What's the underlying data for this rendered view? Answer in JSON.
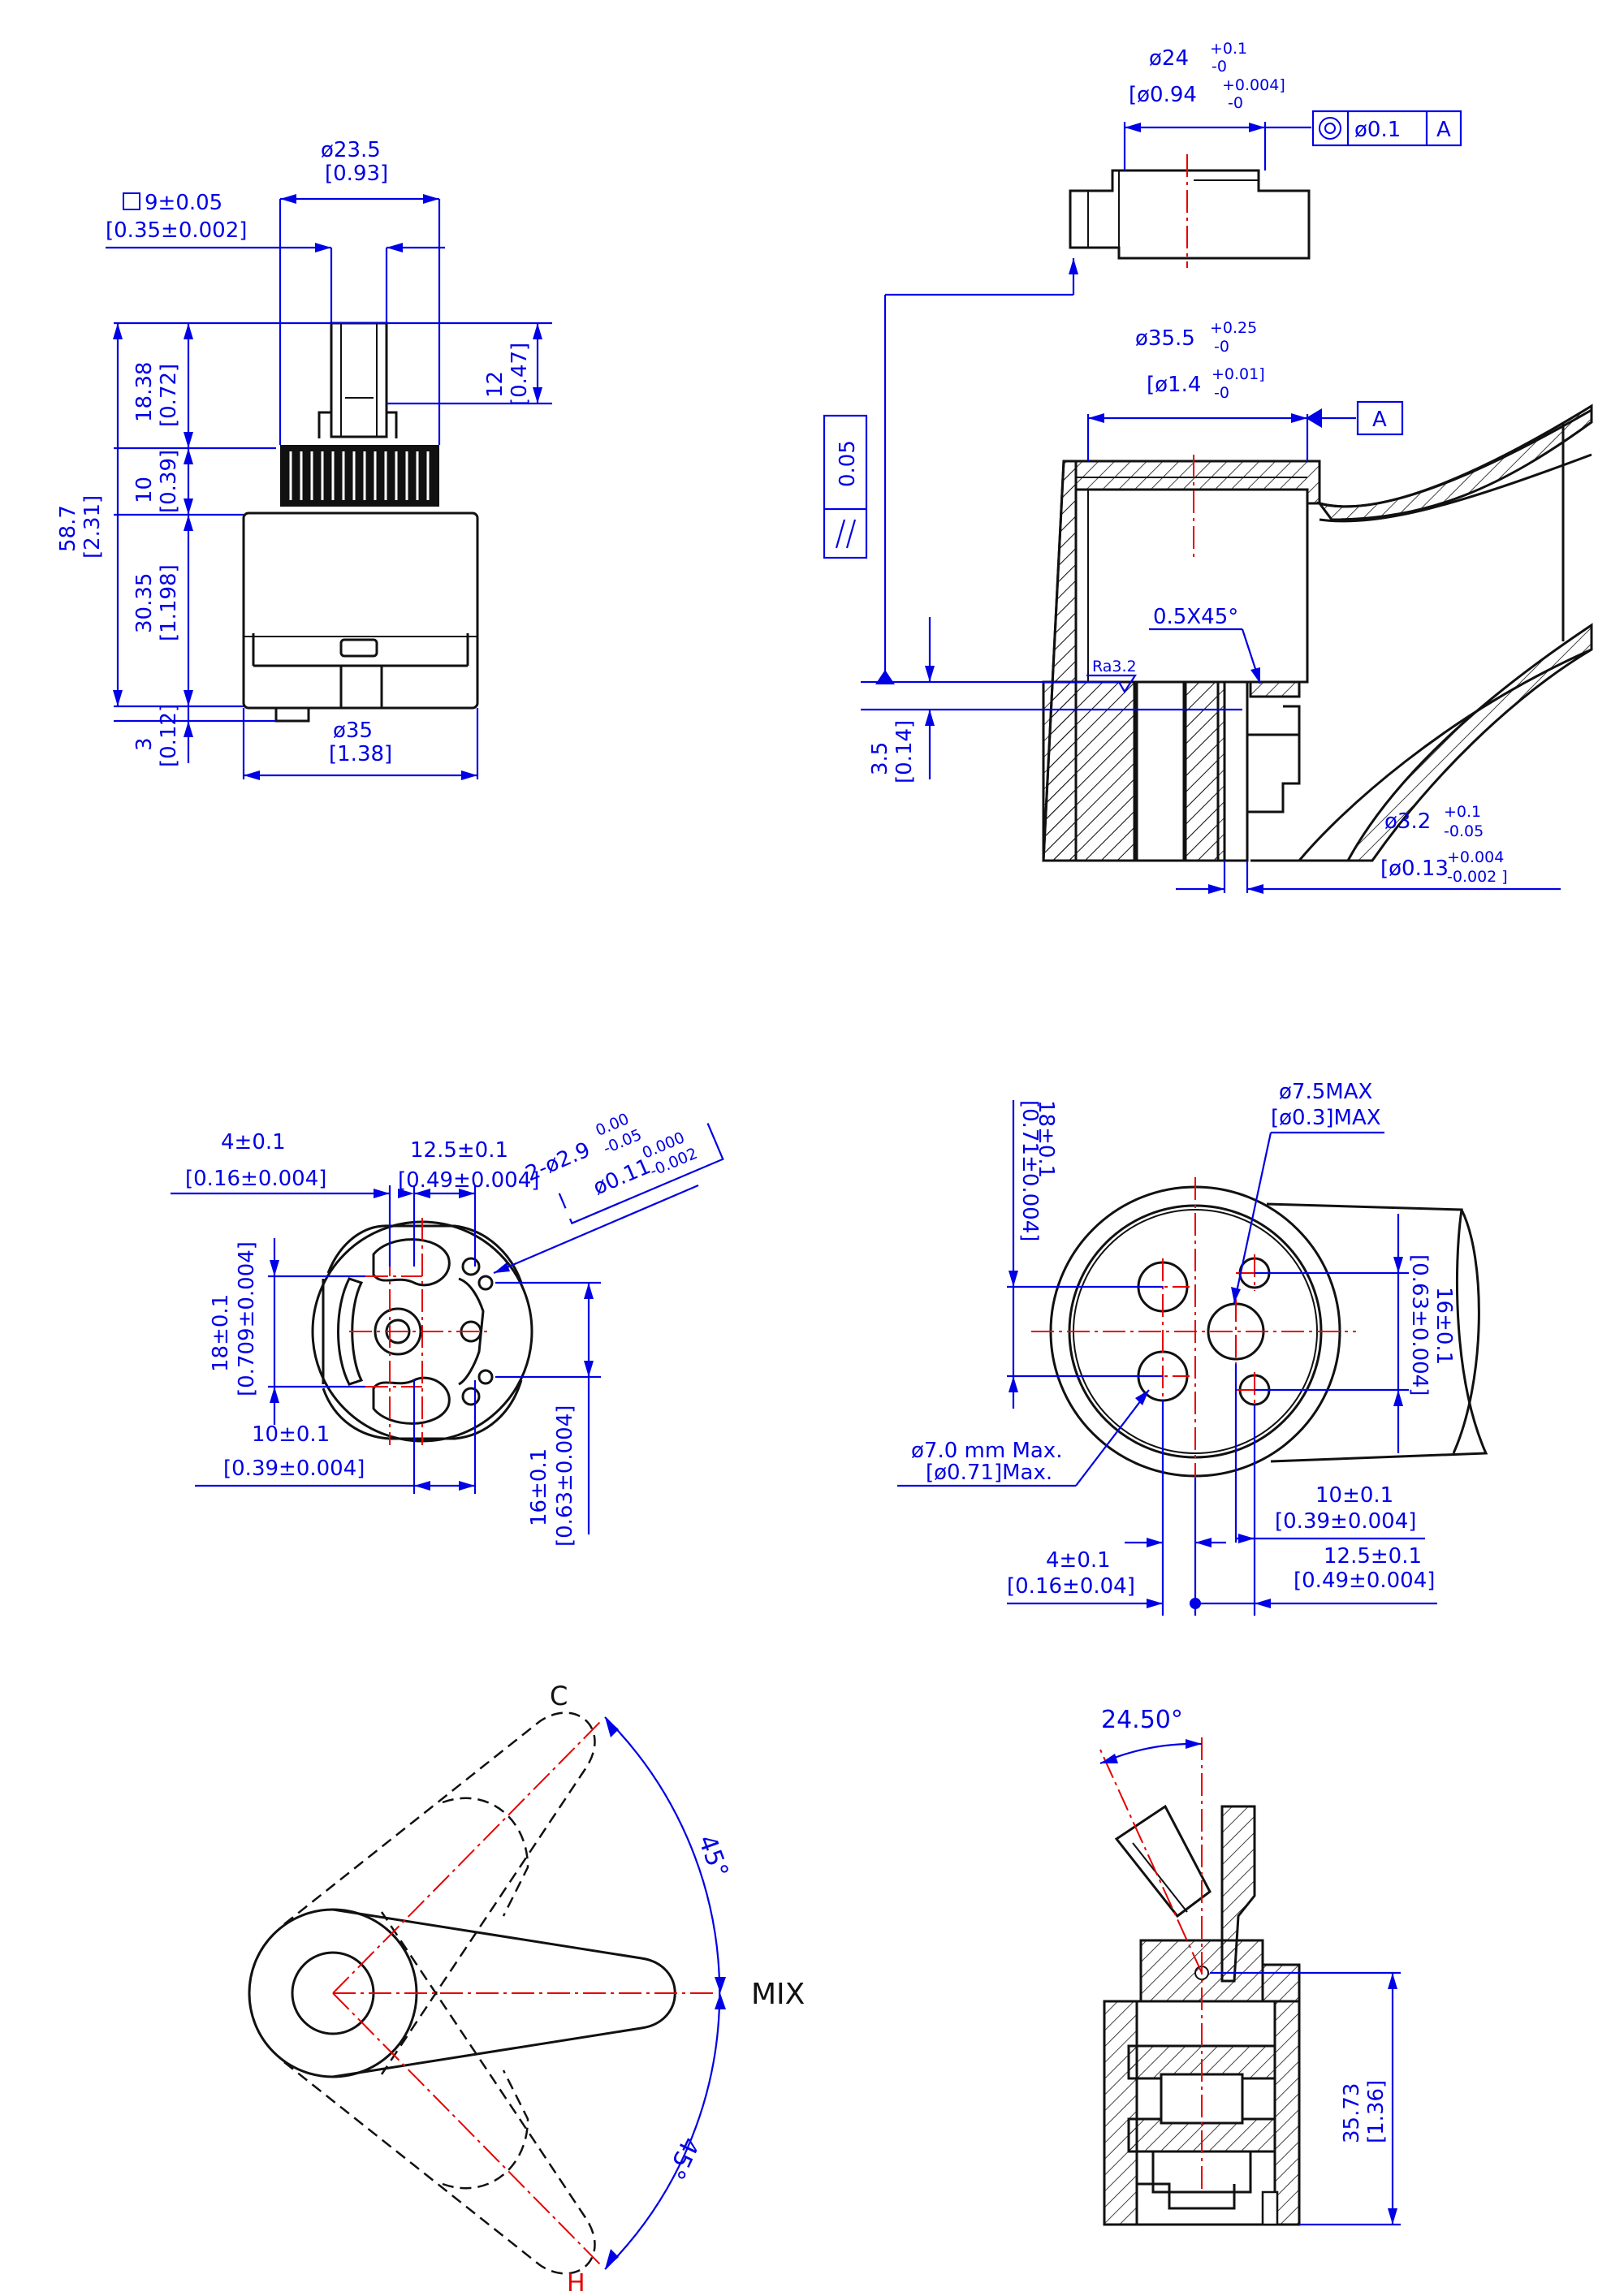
{
  "top_left": {
    "dia_outer": "ø23.5",
    "dia_outer_in": "[0.93]",
    "square": "9±0.05",
    "square_in": "[0.35±0.002]",
    "h_top": "18.38",
    "h_top_in": "[0.72]",
    "h_spline": "10",
    "h_spline_in": "[0.39]",
    "h_body": "30.35",
    "h_body_in": "[1.198]",
    "h_base": "3",
    "h_base_in": "[0.12]",
    "h_total": "58.7",
    "h_total_in": "[2.31]",
    "stem_h": "12",
    "stem_h_in": "[0.47]",
    "body_dia": "ø35",
    "body_dia_in": "[1.38]"
  },
  "top_right": {
    "nut_dia": "ø24",
    "nut_tol_plus": "+0.1",
    "nut_tol_minus": "-0",
    "nut_dia_in": "[ø0.94",
    "nut_in_tol_plus": "+0.004]",
    "nut_in_tol_minus": "-0",
    "conc_value": "ø0.1",
    "datum": "A",
    "body_dia": "ø35.5",
    "body_tol_plus": "+0.25",
    "body_tol_minus": "-0",
    "body_dia_in": "[ø1.4",
    "body_in_tol_plus": "+0.01]",
    "body_in_tol_minus": "-0",
    "parallel_value": "0.05",
    "chamfer": "0.5X45°",
    "roughness": "Ra3.2",
    "depth": "3.5",
    "depth_in": "[0.14]",
    "hole_dia": "ø3.2",
    "hole_tol_plus": "+0.1",
    "hole_tol_minus": "-0.05",
    "hole_dia_in": "[ø0.13",
    "hole_in_tol_plus": "+0.004",
    "hole_in_tol_minus": "-0.002 ]"
  },
  "mid_left": {
    "d1": "4±0.1",
    "d1_in": "[0.16±0.004]",
    "d2": "12.5±0.1",
    "d2_in": "[0.49±0.004]",
    "pin": "2-ø2.9",
    "pin_tol_plus": "0.00",
    "pin_tol_minus": "-0.05",
    "pin_in": "ø0.11",
    "pin_in_tol_plus": "0.000",
    "pin_in_tol_minus": "-0.002",
    "v18": "18±0.1",
    "v18_in": "[0.709±0.004]",
    "d10": "10±0.1",
    "d10_in": "[0.39±0.004]",
    "v16": "16±0.1",
    "v16_in": "[0.63±0.004]"
  },
  "mid_right": {
    "max75": "ø7.5MAX",
    "max75_in": "[ø0.3]MAX",
    "v18": "18±0.1",
    "v18_in": "[0.71±0.004]",
    "v16": "16±0.1",
    "v16_in": "[0.63±0.004]",
    "max70": "ø7.0 mm Max.",
    "max70_in": "[ø0.71]Max.",
    "d10": "10±0.1",
    "d10_in": "[0.39±0.004]",
    "d4": "4±0.1",
    "d4_in": "[0.16±0.04]",
    "d12": "12.5±0.1",
    "d12_in": "[0.49±0.004]"
  },
  "bottom_left": {
    "cold": "C",
    "hot": "H",
    "mix": "MIX",
    "angle_top": "45°",
    "angle_bottom": "45°"
  },
  "bottom_right": {
    "tilt": "24.50°",
    "height": "35.73",
    "height_in": "[1.36]"
  },
  "colors": {
    "outline": "#111111",
    "dimension": "#0000e6",
    "centerline": "#e60000"
  }
}
